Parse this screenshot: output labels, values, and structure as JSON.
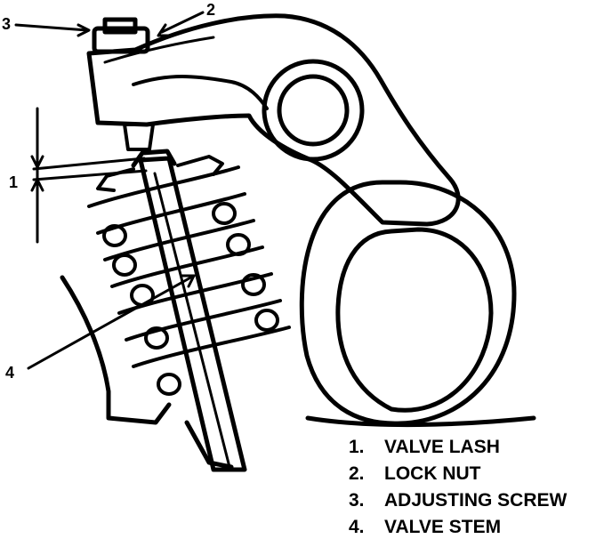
{
  "callouts": {
    "c1": "1",
    "c2": "2",
    "c3": "3",
    "c4": "4"
  },
  "legend": [
    {
      "num": "1.",
      "text": "VALVE LASH"
    },
    {
      "num": "2.",
      "text": "LOCK NUT"
    },
    {
      "num": "3.",
      "text": "ADJUSTING SCREW"
    },
    {
      "num": "4.",
      "text": "VALVE STEM"
    }
  ]
}
